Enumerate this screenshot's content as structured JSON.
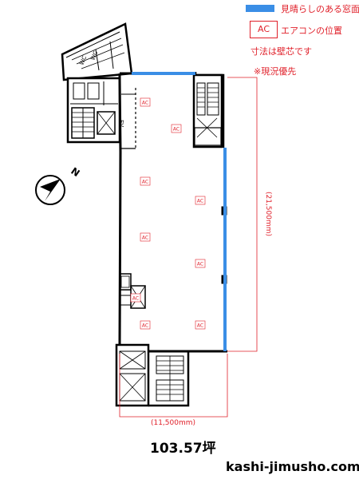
{
  "legend": {
    "window_label": "見晴らしのある窓面",
    "window_color": "#3a8ee6",
    "ac_symbol": "AC",
    "ac_label": "エアコンの位置",
    "dimension_note": "寸法は壁芯です",
    "current_condition_note": "※現況優先",
    "accent_color": "#e0202a"
  },
  "dimensions": {
    "depth": "(21,500mm)",
    "width": "(11,500mm)"
  },
  "compass": {
    "north_label": "N"
  },
  "room_labels": {
    "wc_1": "WC",
    "wc_2": "WC",
    "ev": "EV"
  },
  "ac_units": {
    "label": "AC",
    "count": 9
  },
  "area": "103.57坪",
  "site": "kashi-jimusho.com"
}
